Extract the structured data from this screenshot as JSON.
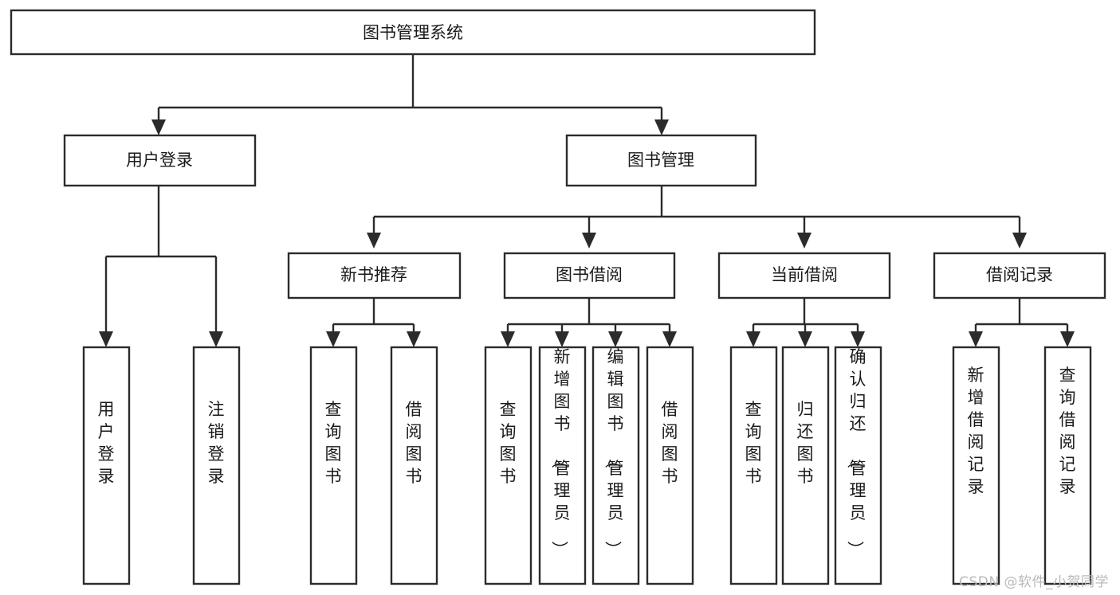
{
  "diagram": {
    "title": "图书管理系统",
    "type": "hierarchy-tree",
    "root": {
      "id": "root",
      "label": "图书管理系统",
      "orientation": "horizontal"
    },
    "level1": [
      {
        "id": "user-login",
        "label": "用户登录",
        "orientation": "horizontal"
      },
      {
        "id": "book-manage",
        "label": "图书管理",
        "orientation": "horizontal"
      }
    ],
    "level2": [
      {
        "id": "new-book-recommend",
        "label": "新书推荐",
        "parent": "book-manage",
        "orientation": "horizontal"
      },
      {
        "id": "book-borrow",
        "label": "图书借阅",
        "parent": "book-manage",
        "orientation": "horizontal"
      },
      {
        "id": "current-borrow",
        "label": "当前借阅",
        "parent": "book-manage",
        "orientation": "horizontal"
      },
      {
        "id": "borrow-record",
        "label": "借阅记录",
        "parent": "book-manage",
        "orientation": "horizontal"
      }
    ],
    "leaves": [
      {
        "id": "leaf-user-login",
        "label": "用户登录",
        "parent": "user-login",
        "orientation": "vertical"
      },
      {
        "id": "leaf-logout-login",
        "label": "注销登录",
        "parent": "user-login",
        "orientation": "vertical"
      },
      {
        "id": "leaf-query-book-1",
        "label": "查询图书",
        "parent": "new-book-recommend",
        "orientation": "vertical"
      },
      {
        "id": "leaf-borrow-book-1",
        "label": "借阅图书",
        "parent": "new-book-recommend",
        "orientation": "vertical"
      },
      {
        "id": "leaf-query-book-2",
        "label": "查询图书",
        "parent": "book-borrow",
        "orientation": "vertical"
      },
      {
        "id": "leaf-add-book",
        "label": "新增图书（管理员）",
        "parent": "book-borrow",
        "orientation": "vertical"
      },
      {
        "id": "leaf-edit-book",
        "label": "编辑图书（管理员）",
        "parent": "book-borrow",
        "orientation": "vertical"
      },
      {
        "id": "leaf-borrow-book-2",
        "label": "借阅图书",
        "parent": "book-borrow",
        "orientation": "vertical"
      },
      {
        "id": "leaf-query-book-3",
        "label": "查询图书",
        "parent": "current-borrow",
        "orientation": "vertical"
      },
      {
        "id": "leaf-return-book",
        "label": "归还图书",
        "parent": "current-borrow",
        "orientation": "vertical"
      },
      {
        "id": "leaf-confirm-return",
        "label": "确认归还（管理员）",
        "parent": "current-borrow",
        "orientation": "vertical"
      },
      {
        "id": "leaf-add-record",
        "label": "新增借阅记录",
        "parent": "borrow-record",
        "orientation": "vertical"
      },
      {
        "id": "leaf-query-record",
        "label": "查询借阅记录",
        "parent": "borrow-record",
        "orientation": "vertical"
      }
    ],
    "colors": {
      "box_stroke": "#2b2b2b",
      "box_fill": "#ffffff",
      "connector": "#2b2b2b",
      "text": "#1a1a1a",
      "background": "#ffffff",
      "watermark": "#b9b9b9"
    }
  },
  "watermark": {
    "text": "CSDN @软件_小贺同学"
  }
}
